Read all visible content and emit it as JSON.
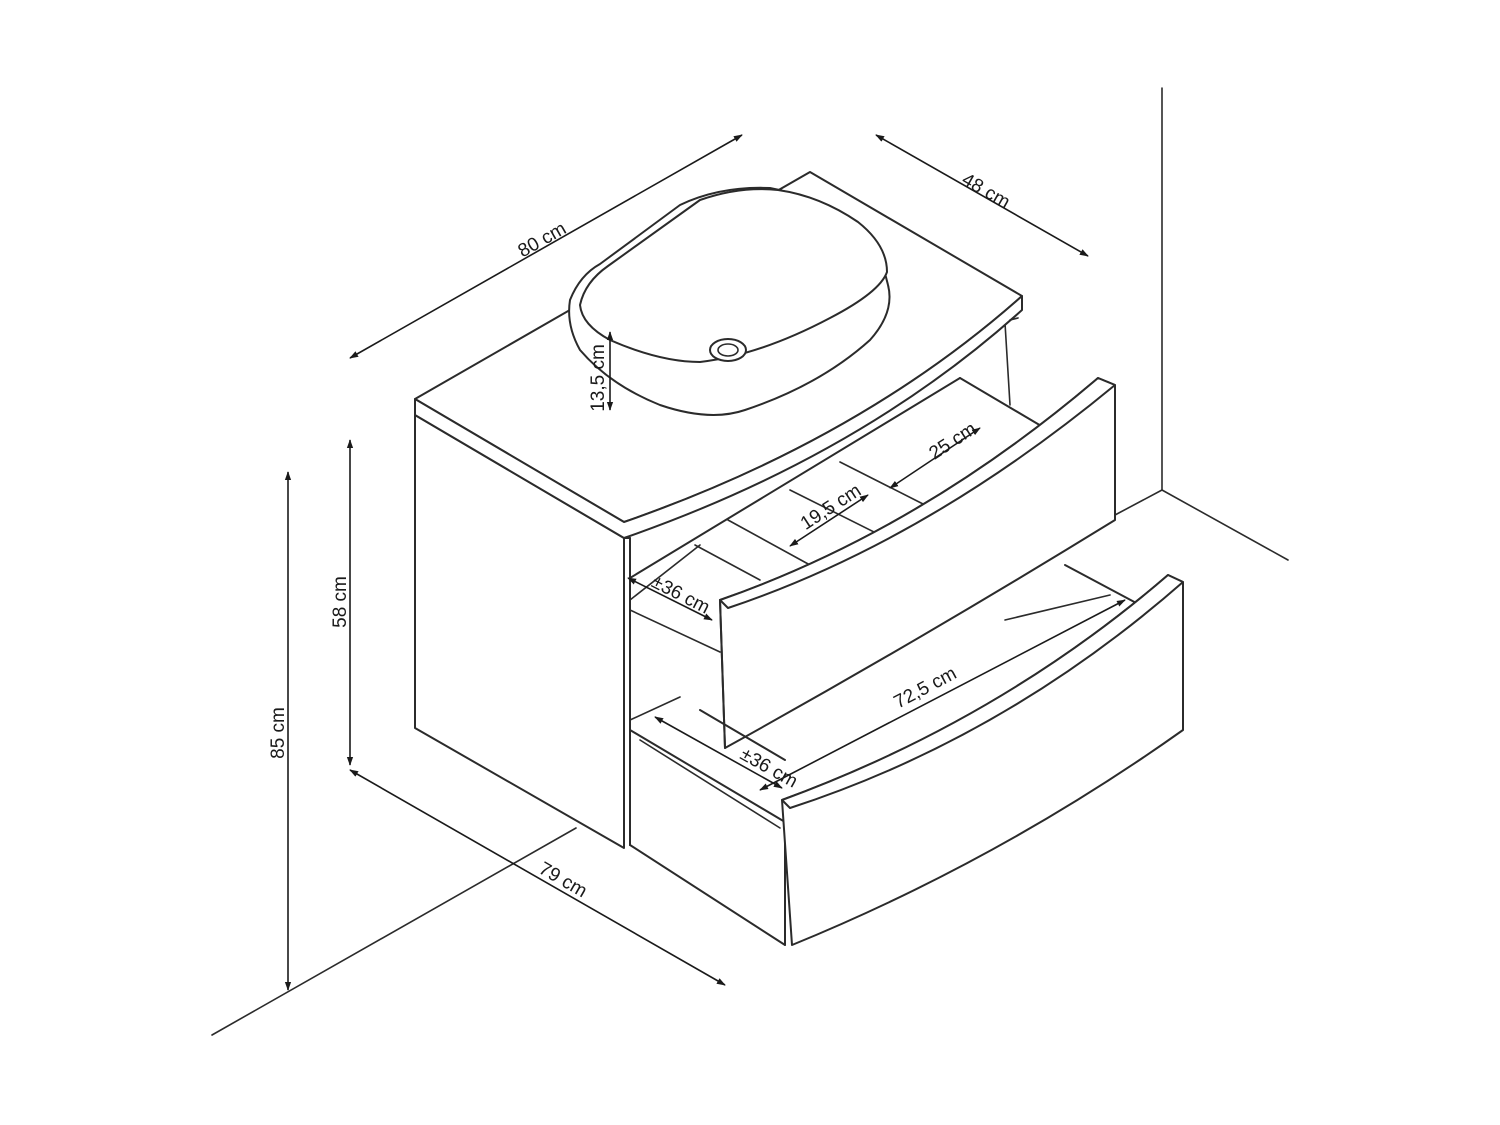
{
  "dimensions": {
    "width_top": "80 cm",
    "depth_top": "48 cm",
    "basin_height": "13,5 cm",
    "drawer_inner_depth": "25 cm",
    "drawer_divider": "19,5 cm",
    "upper_drawer_side": "±36 cm",
    "cabinet_height": "58 cm",
    "total_height": "85 cm",
    "lower_drawer_width": "72,5 cm",
    "lower_drawer_side": "±36 cm",
    "cabinet_width": "79 cm"
  },
  "colors": {
    "line": "#2b2b2b",
    "background": "#ffffff"
  }
}
